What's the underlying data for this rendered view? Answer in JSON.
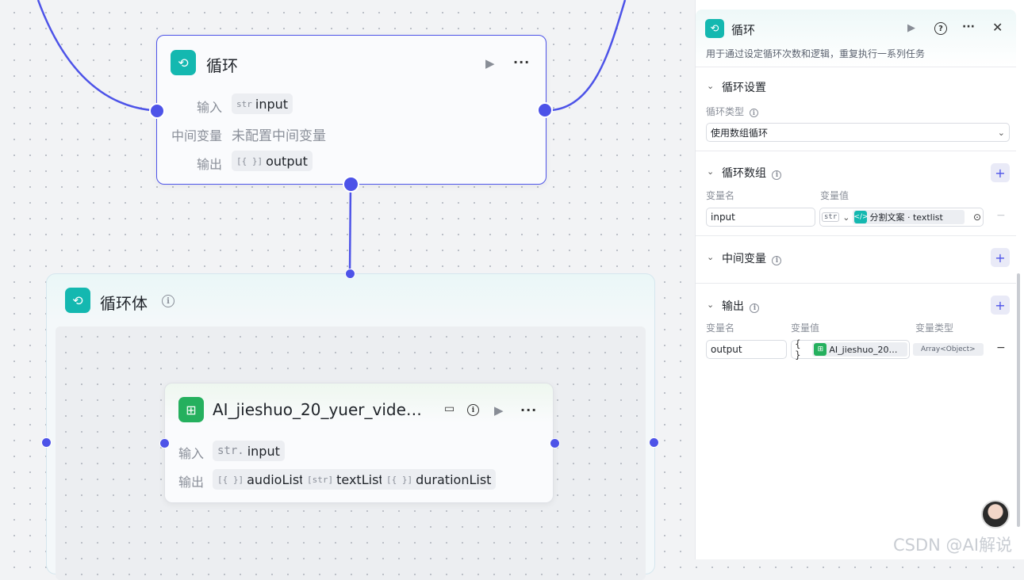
{
  "loop_node": {
    "title": "循环",
    "rows": [
      {
        "label": "输入",
        "type": "str",
        "value": "input"
      },
      {
        "label": "中间变量",
        "value": "未配置中间变量"
      },
      {
        "label": "输出",
        "type": "[{ }]",
        "value": "output"
      }
    ]
  },
  "loop_body": {
    "title": "循环体"
  },
  "inner_node": {
    "title": "AI_jieshuo_20_yuer_vide…",
    "input_label": "输入",
    "input_type": "str.",
    "input_value": "input",
    "output_label": "输出",
    "outputs": [
      {
        "type": "[{ }]",
        "value": "audioList"
      },
      {
        "type": "[str]",
        "value": "textList"
      },
      {
        "type": "[{ }]",
        "value": "durationList"
      }
    ]
  },
  "panel": {
    "title": "循环",
    "description": "用于通过设定循环次数和逻辑，重复执行一系列任务",
    "loop_settings": {
      "title": "循环设置",
      "type_label": "循环类型",
      "type_value": "使用数组循环"
    },
    "loop_array": {
      "title": "循环数组",
      "col_name": "变量名",
      "col_value": "变量值",
      "var_name": "input",
      "type_tag": "str",
      "ref_text": "分割文案 · textlist"
    },
    "intermediate": {
      "title": "中间变量"
    },
    "output": {
      "title": "输出",
      "col_name": "变量名",
      "col_value": "变量值",
      "col_type": "变量类型",
      "var_name": "output",
      "brace": "{ }",
      "ref_text": "AI_jieshuo_20…",
      "type_badge": "Array<Object>"
    }
  },
  "watermark": "CSDN @AI解说",
  "colors": {
    "accent": "#4d53e8",
    "loop_icon": "#14b8b0",
    "workflow_icon": "#25b05e"
  }
}
